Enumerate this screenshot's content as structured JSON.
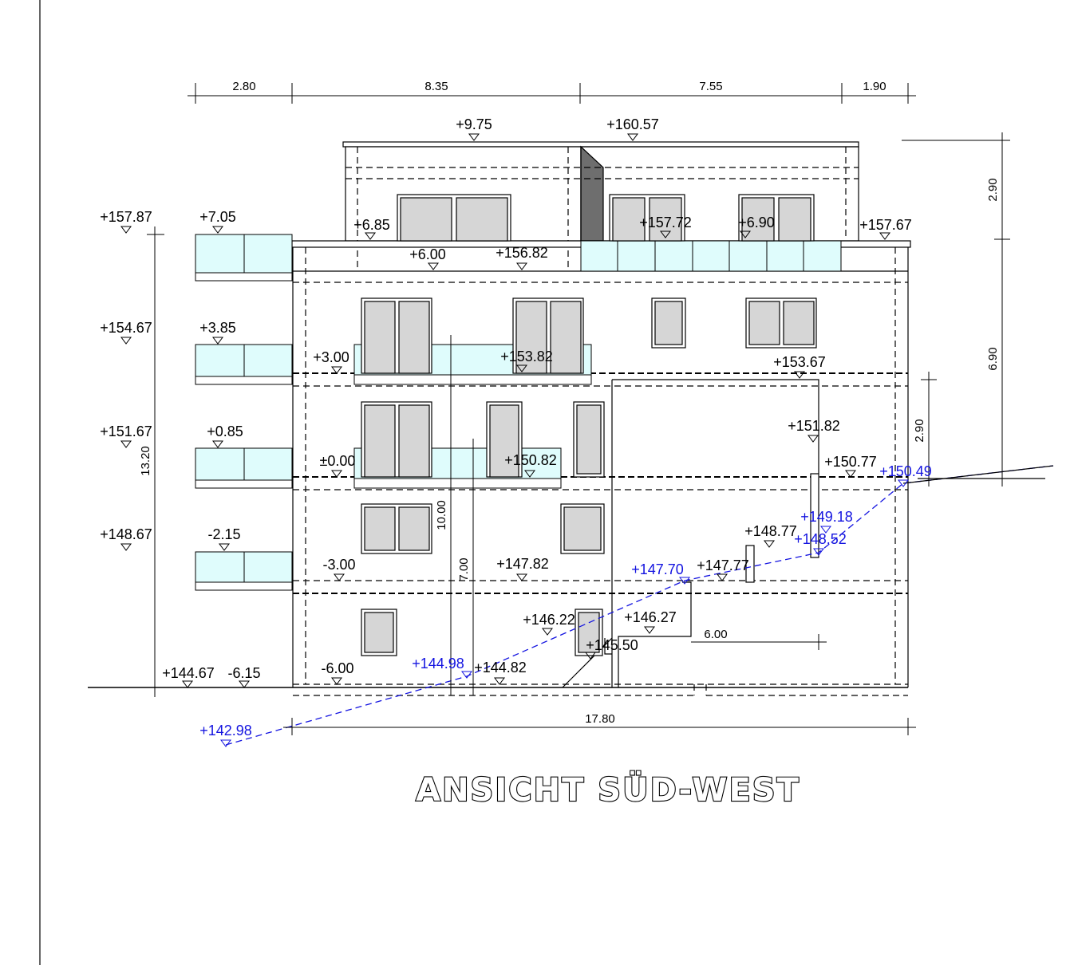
{
  "drawing": {
    "title": "ANSICHT SÜD-WEST"
  },
  "dimensions": {
    "top": [
      "2.80",
      "8.35",
      "7.55",
      "1.90"
    ],
    "bottom": "17.80",
    "left_total": "13.20",
    "right_upper": "2.90",
    "right_lower": "6.90",
    "right_inner": "2.90",
    "center_a": "10.00",
    "center_b": "7.00",
    "garage": "6.00"
  },
  "levels": {
    "roof_rel": "+9.75",
    "roof_abs": "+160.57",
    "attic_left_abs": "+157.87",
    "attic_left_rel": "+7.05",
    "attic_rel_a": "+6.85",
    "attic_floor_rel": "+6.00",
    "attic_floor_abs": "+156.82",
    "attic_terrace_abs": "+157.72",
    "attic_terrace_rel": "+6.90",
    "attic_right_abs": "+157.67",
    "f2_left_abs": "+154.67",
    "f2_left_rel": "+3.85",
    "f2_floor_rel": "+3.00",
    "f2_floor_abs": "+153.82",
    "f2_right_abs": "+153.67",
    "f1_left_abs": "+151.67",
    "f1_left_rel": "+0.85",
    "f1_floor_rel": "±0.00",
    "f1_floor_abs": "+150.82",
    "f1_right_abs": "+151.82",
    "f1_right_abs2": "+150.77",
    "b1_left_abs": "+148.67",
    "b1_left_rel": "-2.15",
    "b1_floor_rel": "-3.00",
    "b1_floor_abs": "+147.82",
    "b1_stair_abs": "+148.77",
    "b1_stair_abs2": "+147.77",
    "b2_abs_a": "+146.22",
    "b2_abs_b": "+146.27",
    "b2_abs_c": "+145.50",
    "b2_floor_rel": "-6.00",
    "b2_floor_abs": "+144.82",
    "ground_left_abs": "+144.67",
    "ground_left_rel": "-6.15"
  },
  "terrain": {
    "t1": "+142.98",
    "t2": "+144.98",
    "t3": "+147.70",
    "t4": "+148.52",
    "t5": "+149.18",
    "t6": "+150.49"
  },
  "colors": {
    "line": "#000000",
    "terrain": "#1414e0",
    "glass": "#dffcfc",
    "window": "#d6d6d6",
    "shadow": "#6e6e6e"
  }
}
